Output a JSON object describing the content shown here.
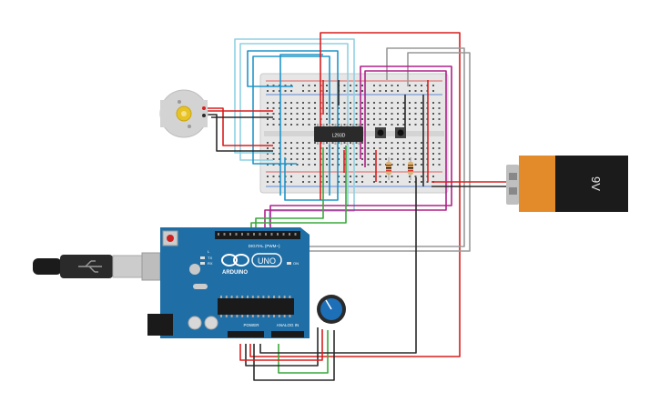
{
  "ic": {
    "label": "L293D"
  },
  "battery": {
    "label": "9V"
  },
  "arduino": {
    "logo_text": "ARDUINO",
    "model": "UNO",
    "digital_header": "DIGITAL (PWM~)",
    "power_label": "POWER",
    "analog_label": "ANALOG IN",
    "tx_label": "TX",
    "rx_label": "RX",
    "on_label": "ON",
    "l_label": "L"
  },
  "colors": {
    "breadboard": "#e6e6e6",
    "arduino_board": "#1f6fa6",
    "battery_body": "#e38a2a",
    "battery_cap": "#1b1b1b",
    "wire_red": "#d81e1e",
    "wire_black": "#2a2a2a",
    "wire_green": "#3aa83a",
    "wire_blue": "#1b8fc9",
    "wire_cyan": "#7cc8dc",
    "wire_magenta": "#b0208a",
    "wire_gray": "#909090",
    "pot_knob": "#1d6fb8"
  }
}
